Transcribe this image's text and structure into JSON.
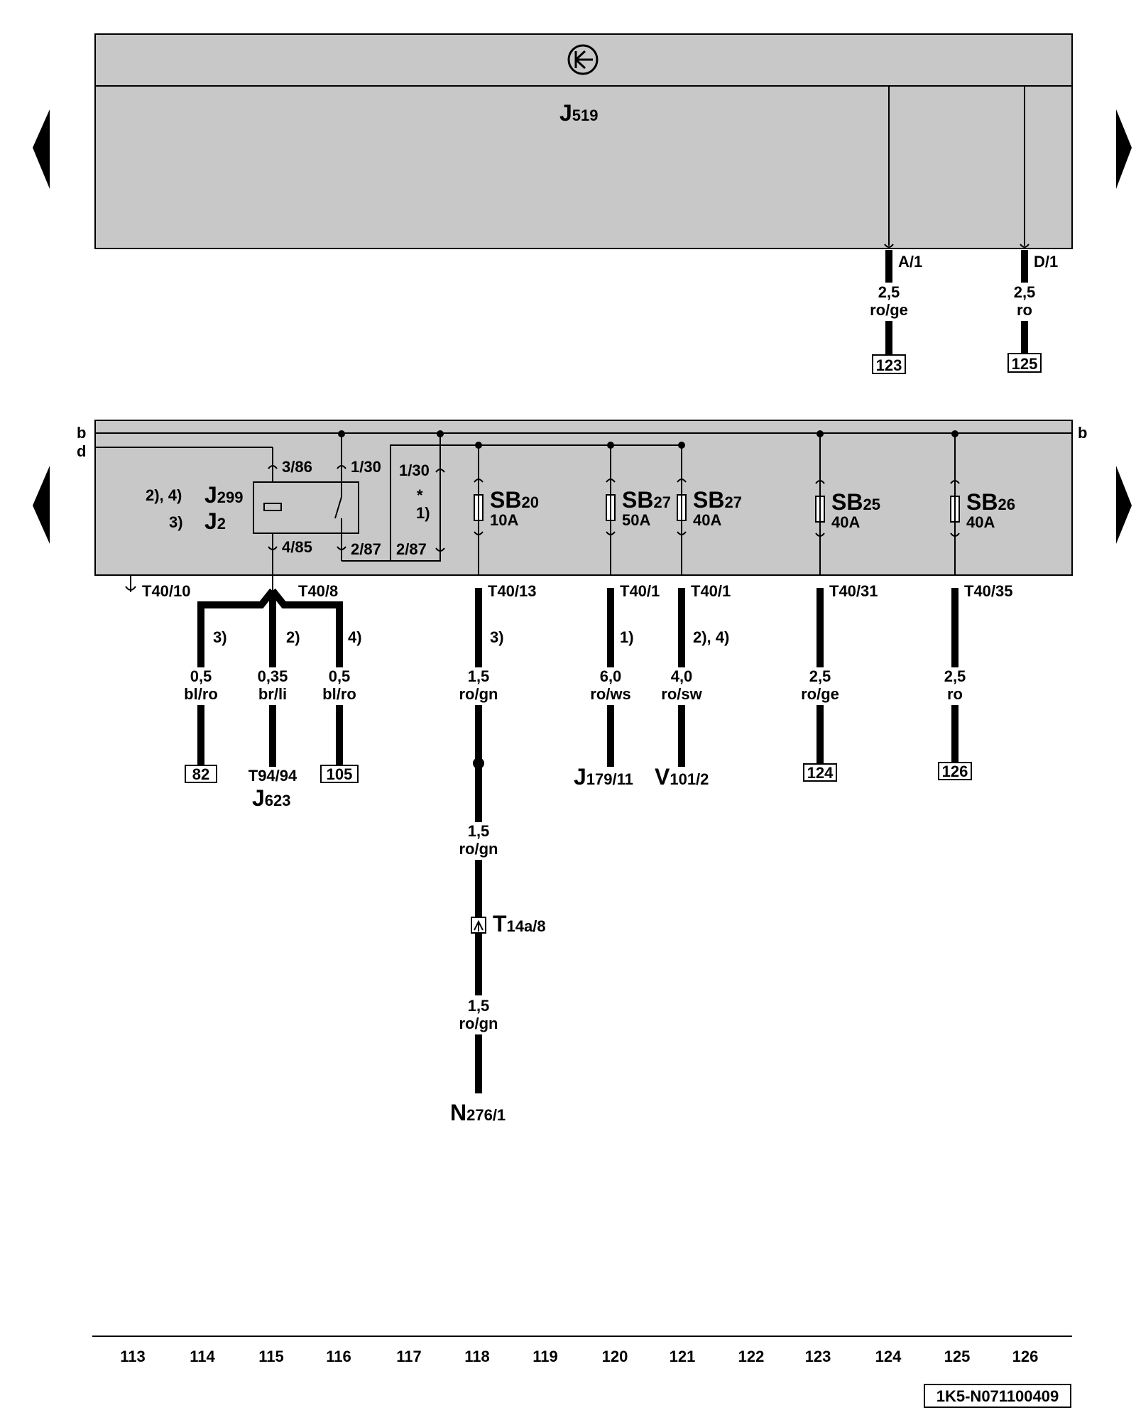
{
  "header": {
    "symbol": "ground-terminal-symbol"
  },
  "top_panel": {
    "module": {
      "main": "J",
      "sub": "519"
    },
    "pins": [
      {
        "pin": "A/1",
        "size": "2,5",
        "color": "ro/ge",
        "ref": "123"
      },
      {
        "pin": "D/1",
        "size": "2,5",
        "color": "ro",
        "ref": "125"
      }
    ]
  },
  "bus_labels": {
    "b_left": "b",
    "d_left": "d",
    "b_right": "b"
  },
  "relay": {
    "note_a": "2), 4)",
    "note_b": "3)",
    "name_a_main": "J",
    "name_a_sub": "299",
    "name_b_main": "J",
    "name_b_sub": "2",
    "pin_3_86": "3/86",
    "pin_1_30": "1/30",
    "pin_4_85": "4/85",
    "pin_2_87": "2/87",
    "alt_pin_1_30": "1/30",
    "alt_pin_2_87": "2/87",
    "alt_star": "*",
    "alt_note": "1)"
  },
  "fuses": [
    {
      "main": "SB",
      "sub": "20",
      "rating": "10A"
    },
    {
      "main": "SB",
      "sub": "27",
      "rating": "50A"
    },
    {
      "main": "SB",
      "sub": "27",
      "rating": "40A"
    },
    {
      "main": "SB",
      "sub": "25",
      "rating": "40A"
    },
    {
      "main": "SB",
      "sub": "26",
      "rating": "40A"
    }
  ],
  "connectors": {
    "t40_10": "T40/10",
    "t40_8": "T40/8",
    "t40_13": "T40/13",
    "t40_1a": "T40/1",
    "t40_1b": "T40/1",
    "t40_31": "T40/31",
    "t40_35": "T40/35"
  },
  "wires": [
    {
      "note": "3)",
      "size": "0,5",
      "color": "bl/ro",
      "ref": "82"
    },
    {
      "note": "2)",
      "size": "0,35",
      "color": "br/li",
      "dest": "T94/94",
      "dest_main": "J",
      "dest_sub": "623"
    },
    {
      "note": "4)",
      "size": "0,5",
      "color": "bl/ro",
      "ref": "105"
    },
    {
      "note": "3)",
      "size": "1,5",
      "color": "ro/gn"
    },
    {
      "note": "1)",
      "size": "6,0",
      "color": "ro/ws",
      "dest_main": "J",
      "dest_sub": "179/11"
    },
    {
      "note": "2), 4)",
      "size": "4,0",
      "color": "ro/sw",
      "dest_main": "V",
      "dest_sub": "101/2"
    },
    {
      "size": "2,5",
      "color": "ro/ge",
      "ref": "124"
    },
    {
      "size": "2,5",
      "color": "ro",
      "ref": "126"
    }
  ],
  "lower_run": {
    "seg2_size": "1,5",
    "seg2_color": "ro/gn",
    "conn_main": "T",
    "conn_sub": "14a/8",
    "seg3_size": "1,5",
    "seg3_color": "ro/gn",
    "dest_main": "N",
    "dest_sub": "276/1"
  },
  "footer": {
    "numbers": [
      "113",
      "114",
      "115",
      "116",
      "117",
      "118",
      "119",
      "120",
      "121",
      "122",
      "123",
      "124",
      "125",
      "126"
    ],
    "code": "1K5-N071100409"
  }
}
